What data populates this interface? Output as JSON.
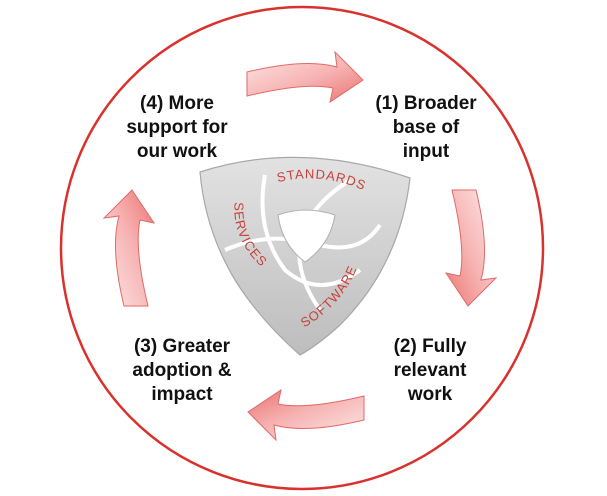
{
  "cycle": {
    "steps": [
      {
        "label": "(1) Broader\nbase of\ninput"
      },
      {
        "label": "(2) Fully\nrelevant\nwork"
      },
      {
        "label": "(3) Greater\nadoption &\nimpact"
      },
      {
        "label": "(4) More\nsupport for\nour work"
      }
    ]
  },
  "logo": {
    "standards": "STANDARDS",
    "services": "SERVICES",
    "software": "SOFTWARE"
  },
  "colors": {
    "circle": "#d9322d",
    "arrow_light": "#fbe3e3",
    "arrow_dark": "#ee7f7e",
    "logo_fill": "#d4d4d4",
    "logo_text": "#c8403a"
  }
}
